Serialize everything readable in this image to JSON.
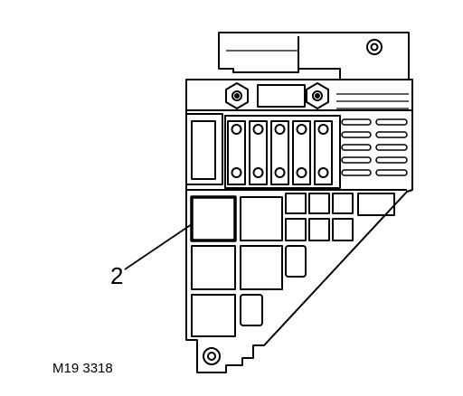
{
  "diagram": {
    "subject": "fuse-relay-box",
    "callouts": [
      {
        "id": "callout-2",
        "label": "2"
      }
    ],
    "reference_code": "M19 3318",
    "colors": {
      "line": "#000000",
      "background": "#ffffff"
    }
  }
}
